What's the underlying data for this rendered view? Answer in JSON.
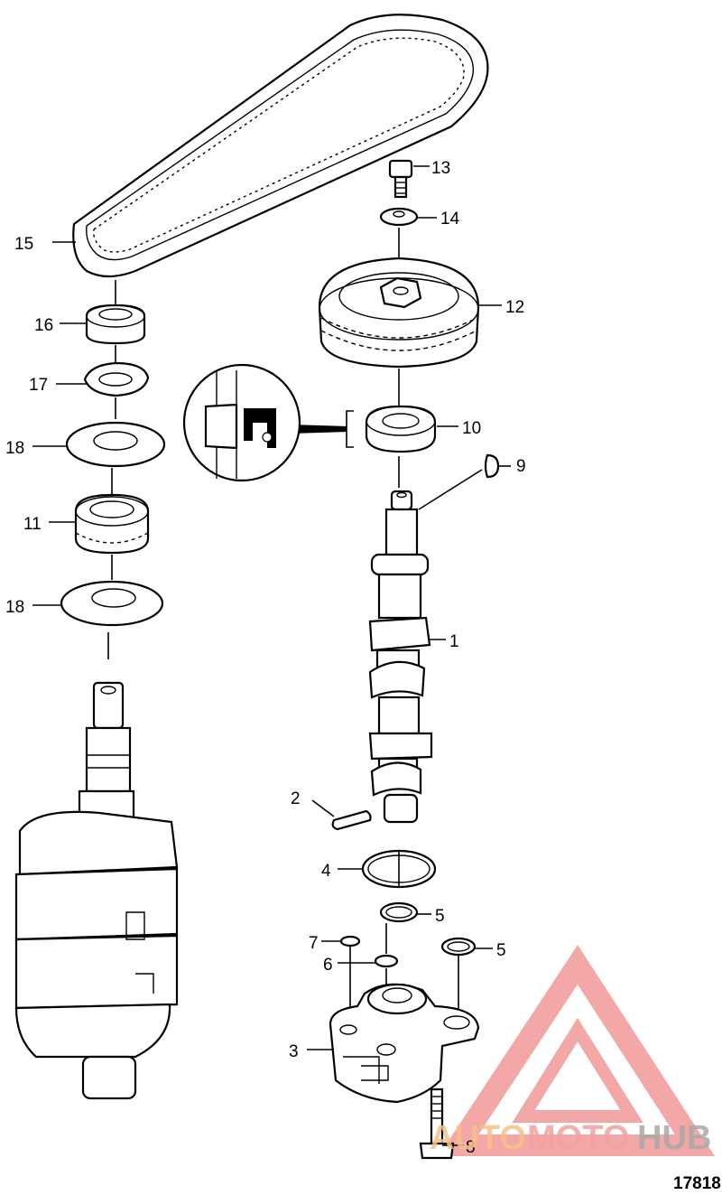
{
  "figure_number": "17818",
  "watermark": {
    "prefix": "AUTO",
    "middle": "MOTO",
    "suffix": "HUB",
    "colors": {
      "prefix": "#f6c18a",
      "middle": "#f3a0a0",
      "suffix": "#a9a9a9",
      "logo": "#f08a8a"
    }
  },
  "callouts": {
    "c1": "1",
    "c2": "2",
    "c3": "3",
    "c4": "4",
    "c5a": "5",
    "c5b": "5",
    "c6": "6",
    "c7": "7",
    "c8": "8",
    "c9": "9",
    "c10": "10",
    "c11": "11",
    "c12": "12",
    "c13": "13",
    "c14": "14",
    "c15": "15",
    "c16": "16",
    "c17": "17",
    "c18a": "18",
    "c18b": "18"
  }
}
